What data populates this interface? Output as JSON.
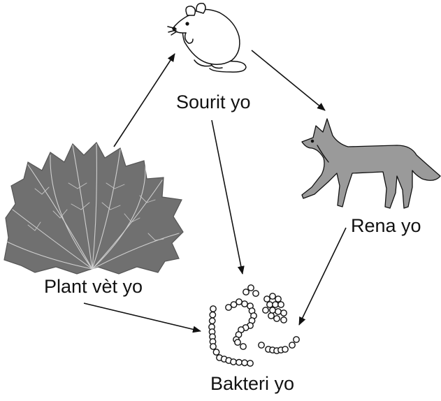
{
  "organisms": {
    "mouse": {
      "label": "Sourit yo",
      "icon": "mouse-icon"
    },
    "fox": {
      "label": "Rena yo",
      "icon": "fox-icon"
    },
    "plants": {
      "label": "Plant vèt yo",
      "icon": "fern-plant-icon"
    },
    "bacteria": {
      "label": "Bakteri yo",
      "icon": "bacteria-icon"
    }
  },
  "arrows": [
    {
      "from": "plants",
      "to": "mouse"
    },
    {
      "from": "mouse",
      "to": "fox"
    },
    {
      "from": "mouse",
      "to": "bacteria"
    },
    {
      "from": "fox",
      "to": "bacteria"
    },
    {
      "from": "plants",
      "to": "bacteria"
    }
  ],
  "colors": {
    "fox_fill": "#9a9a9a",
    "plant_fill": "#707070",
    "ink": "#111111",
    "background": "#ffffff"
  }
}
